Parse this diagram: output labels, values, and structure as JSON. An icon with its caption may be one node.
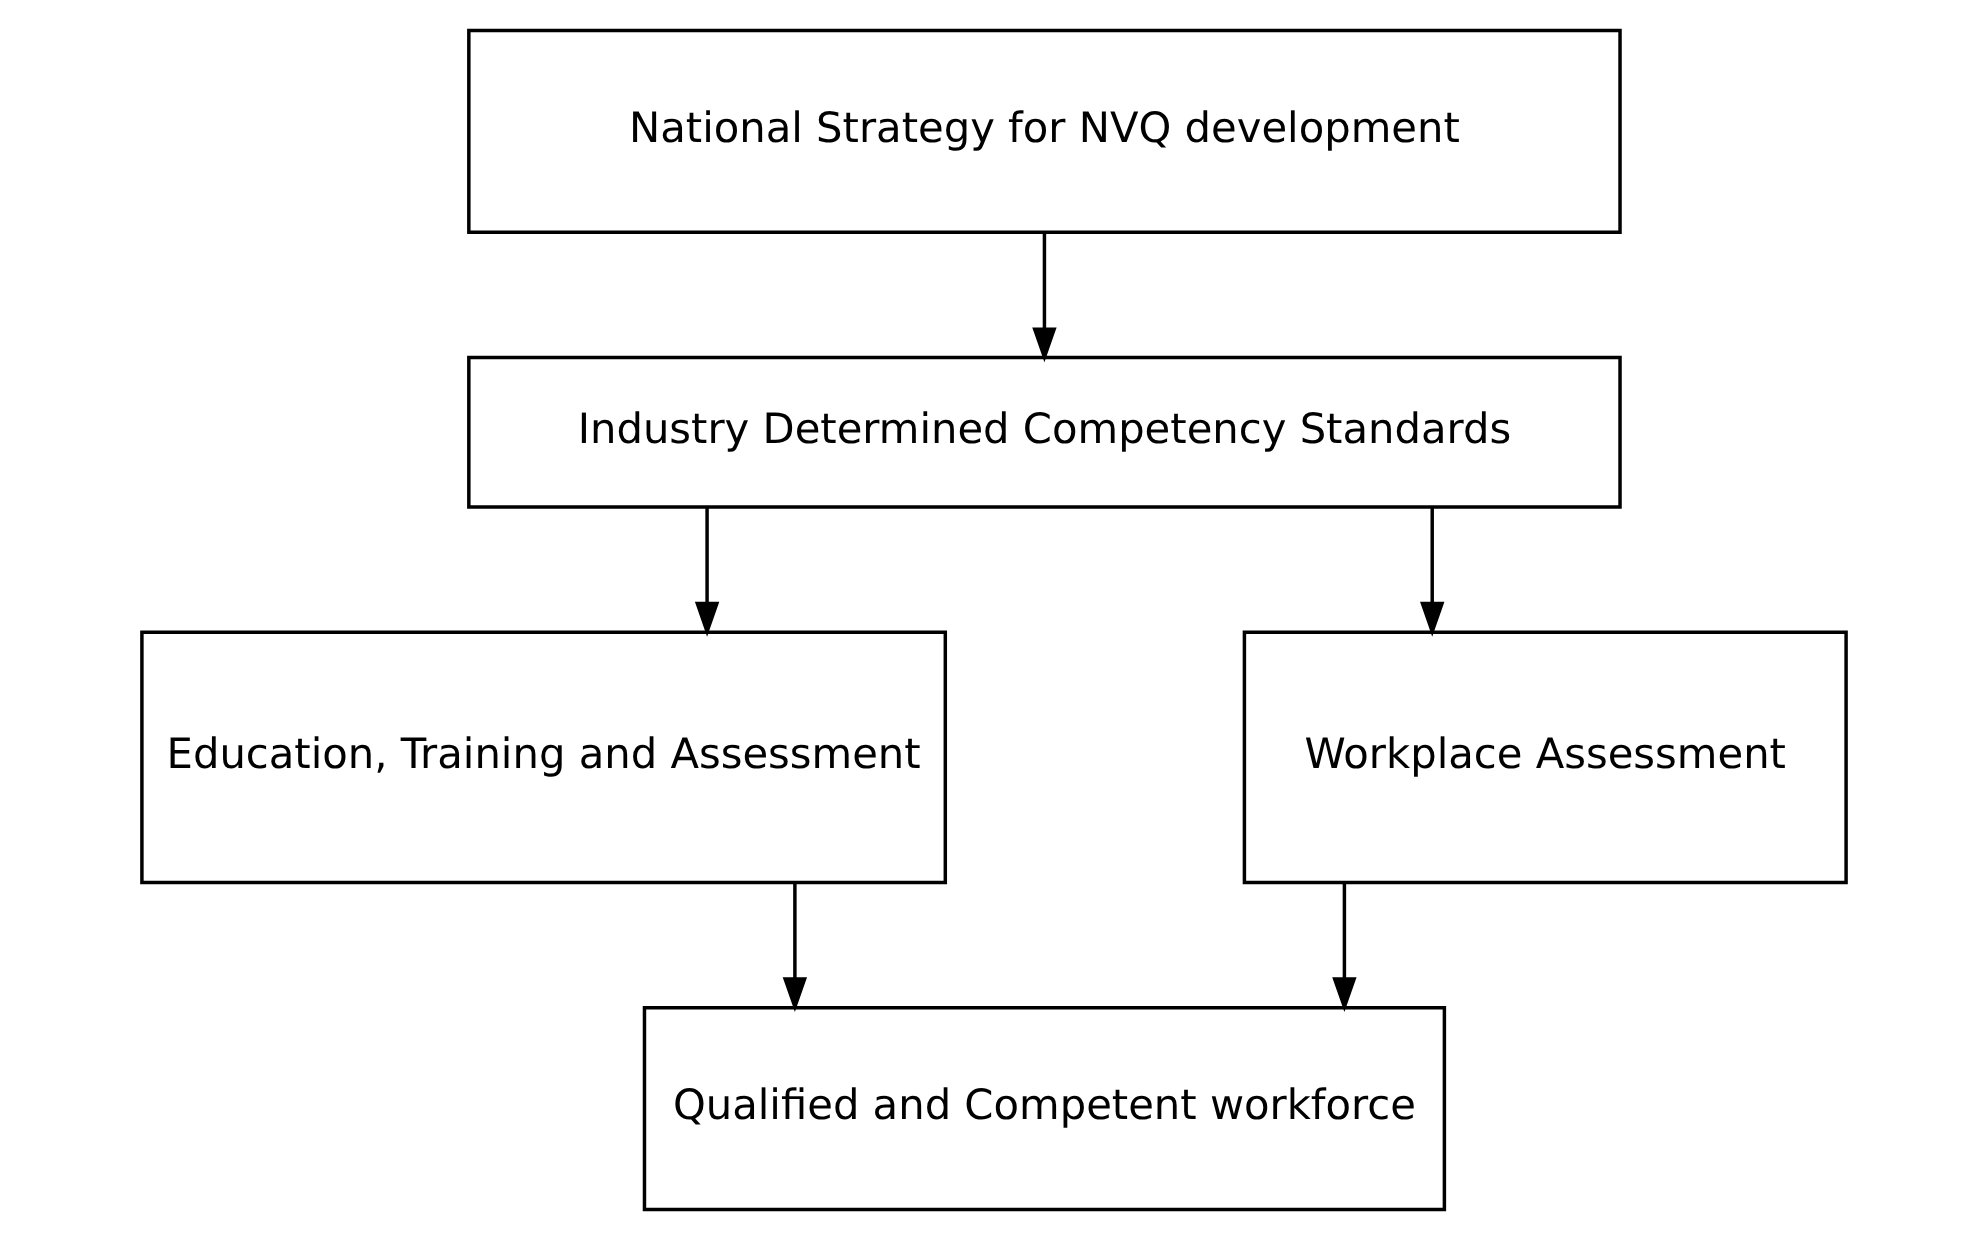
{
  "diagram": {
    "nodes": [
      {
        "text": [
          "National Strategy for NVQ development"
        ]
      },
      {
        "text": [
          "Industry Determined Competency Standards"
        ]
      },
      {
        "text": [
          "Education, Training and Assessment"
        ]
      },
      {
        "text": [
          "Workplace Assessment"
        ]
      },
      {
        "text": [
          "Qualified and Competent workforce"
        ]
      }
    ],
    "edges": [
      {
        "from": 0,
        "to": 1,
        "arrow": "to"
      },
      {
        "from": 1,
        "to": 2,
        "arrow": "to"
      },
      {
        "from": 1,
        "to": 3,
        "arrow": "to"
      },
      {
        "from": 2,
        "to": 4,
        "arrow": "to"
      },
      {
        "from": 3,
        "to": 4,
        "arrow": "to"
      }
    ]
  }
}
